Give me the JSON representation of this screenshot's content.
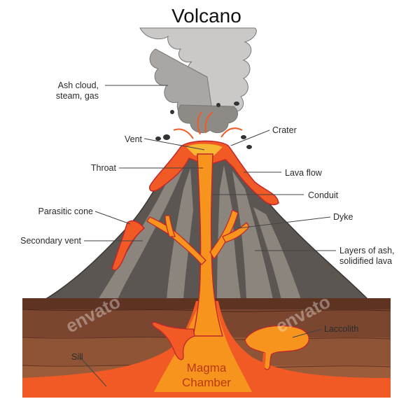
{
  "title": "Volcano",
  "labels": {
    "ash_cloud_line1": "Ash cloud,",
    "ash_cloud_line2": "steam, gas",
    "crater": "Crater",
    "vent": "Vent",
    "throat": "Throat",
    "lava_flow": "Lava flow",
    "conduit": "Conduit",
    "parasitic_cone": "Parasitic cone",
    "dyke": "Dyke",
    "secondary_vent": "Secondary vent",
    "layers_line1": "Layers of ash,",
    "layers_line2": "solidified lava",
    "laccolith": "Laccolith",
    "sill": "Sill",
    "magma_line1": "Magma",
    "magma_line2": "Chamber"
  },
  "watermark": "envato",
  "colors": {
    "magma": "#f7941d",
    "lava": "#f15a24",
    "lava_dark": "#c1272d",
    "mountain": "#5b5651",
    "rock_light": "#8c857e",
    "smoke": "#c9c7c5",
    "ground_top": "#6b3f2a",
    "ground_mid": "#8a5236",
    "ground_low": "#9c5c3a"
  }
}
